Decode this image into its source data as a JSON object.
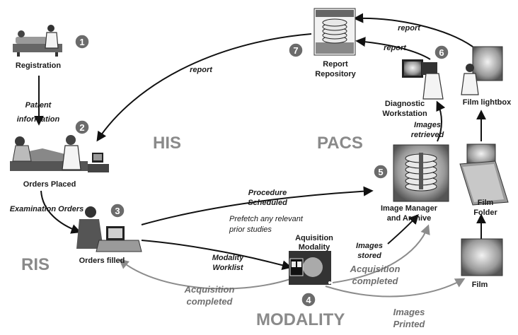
{
  "systems": {
    "his": "HIS",
    "pacs": "PACS",
    "ris": "RIS",
    "modality": "MODALITY"
  },
  "steps": [
    {
      "number": "1",
      "label": [
        "Registration"
      ]
    },
    {
      "number": "2",
      "label": [
        "Orders Placed"
      ]
    },
    {
      "number": "3",
      "label": [
        "Orders filled"
      ]
    },
    {
      "number": "4",
      "label": [
        "Aquisition",
        "Modality"
      ]
    },
    {
      "number": "5",
      "label": [
        "Image Manager",
        "and Archive"
      ]
    },
    {
      "number": "6",
      "label": [
        "Diagnostic",
        "Workstation"
      ]
    },
    {
      "number": "7",
      "label": [
        "Report",
        "Repository"
      ]
    }
  ],
  "film": {
    "film": "Film",
    "folder": [
      "Film",
      "Folder"
    ],
    "lightbox": "Film lightbox"
  },
  "flows": {
    "report_to_orders": "report",
    "report_from_lightbox": "report",
    "report_from_workstation": "report",
    "patient_information": [
      "Patient",
      "information"
    ],
    "examination_orders": "Examination Orders",
    "procedure_scheduled": [
      "Procedure",
      "Scheduled"
    ],
    "prefetch": [
      "Prefetch any relevant",
      "prior studies"
    ],
    "modality_worklist": [
      "Modality",
      "Worklist"
    ],
    "images_stored": [
      "Images",
      "stored"
    ],
    "images_retrieved": [
      "Images",
      "retrieved"
    ],
    "acquisition_completed_ris": [
      "Acquisition",
      "completed"
    ],
    "acquisition_completed_archive": [
      "Acquisition",
      "completed"
    ],
    "images_printed": [
      "Images",
      "Printed"
    ]
  },
  "colors": {
    "badge": "#6b6b6b",
    "dark_arrow": "#111111",
    "gray_arrow": "#8c8c8c",
    "system_label": "#8a8a8a"
  }
}
